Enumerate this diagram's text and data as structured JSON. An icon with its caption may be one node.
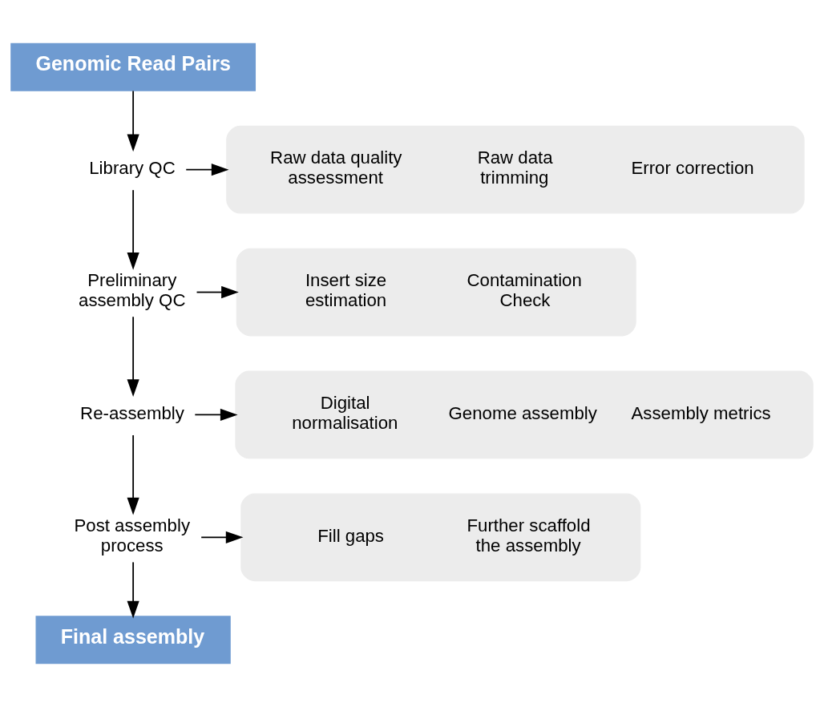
{
  "diagram": {
    "nodes": [
      {
        "text": [
          "Genomic Read Pairs"
        ]
      },
      {
        "text": [
          "Library QC"
        ]
      },
      {
        "text": [
          "Raw data quality assessment",
          "Raw data trimming",
          "Error correction"
        ]
      },
      {
        "text": [
          "Preliminary assembly QC"
        ]
      },
      {
        "text": [
          "Insert size estimation",
          "Contamination Check"
        ]
      },
      {
        "text": [
          "Re-assembly"
        ]
      },
      {
        "text": [
          "Digital normalisation",
          "Genome assembly",
          "Assembly metrics"
        ]
      },
      {
        "text": [
          "Post assembly process"
        ]
      },
      {
        "text": [
          "Fill gaps",
          "Further scaffold the assembly"
        ]
      },
      {
        "text": [
          "Final assembly"
        ]
      }
    ],
    "edges": [
      {
        "from": 0,
        "to": 1,
        "arrow": "to"
      },
      {
        "from": 1,
        "to": 2,
        "arrow": "to"
      },
      {
        "from": 1,
        "to": 3,
        "arrow": "to"
      },
      {
        "from": 3,
        "to": 4,
        "arrow": "to"
      },
      {
        "from": 3,
        "to": 5,
        "arrow": "to"
      },
      {
        "from": 5,
        "to": 6,
        "arrow": "to"
      },
      {
        "from": 5,
        "to": 7,
        "arrow": "to"
      },
      {
        "from": 7,
        "to": 8,
        "arrow": "to"
      },
      {
        "from": 7,
        "to": 9,
        "arrow": "to"
      }
    ]
  }
}
